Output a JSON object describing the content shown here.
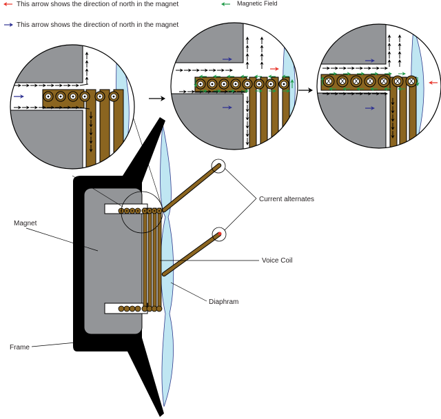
{
  "legend": {
    "red_arrow_text": "This arrow shows the direction of north in the magnet",
    "blue_arrow_text": "This arrow shows the direction of north in the magnet",
    "green_arrow_text": "Magnetic Field"
  },
  "labels": {
    "magnet": "Magnet",
    "frame": "Frame",
    "current_alternates": "Current alternates",
    "voice_coil": "Voice Coil",
    "diaphragm": "Diaphram"
  },
  "coil_symbols": {
    "dot": "•",
    "cross": "X"
  },
  "colors": {
    "red_arrow": "#e8342a",
    "blue_arrow": "#2e3192",
    "green_arrow": "#1f9a48",
    "magnet_gray": "#939598",
    "coil_brown": "#8b6520",
    "diaphragm_blue": "#bfe6f2",
    "frame_black": "#000000"
  }
}
